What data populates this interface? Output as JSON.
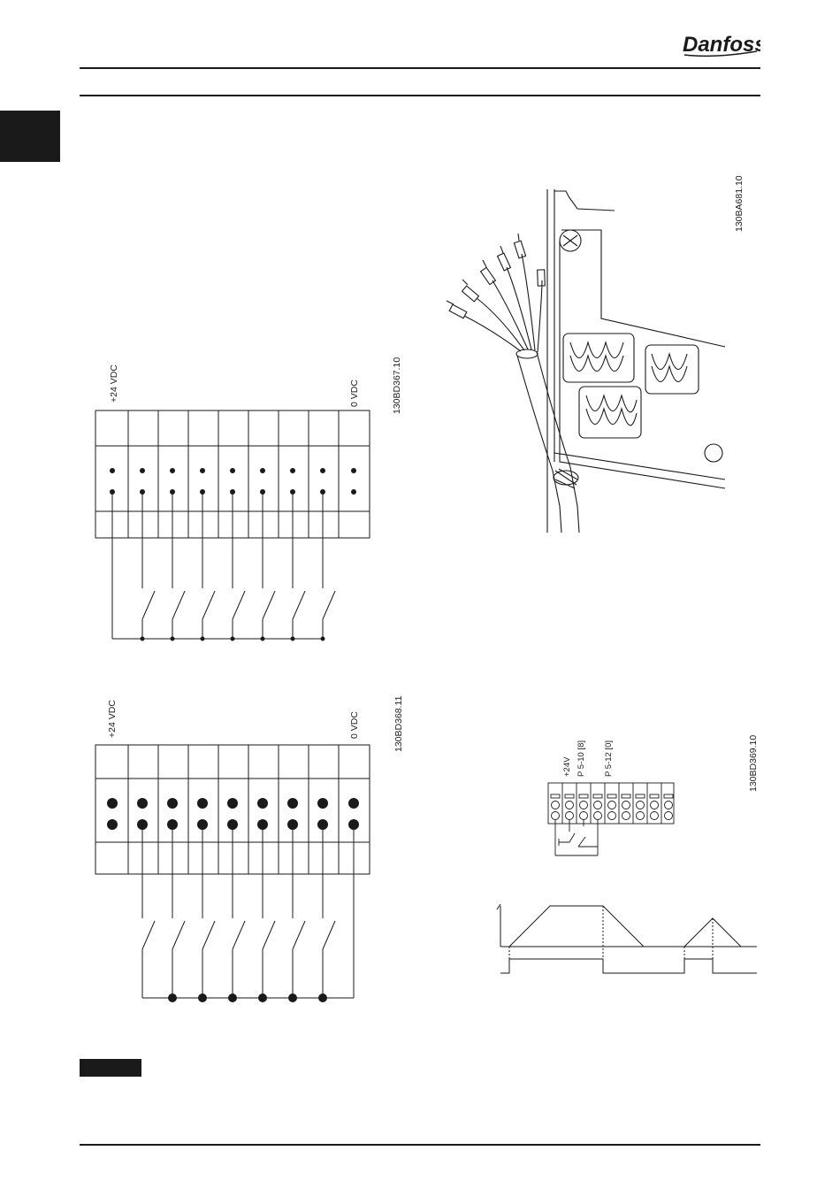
{
  "header": {
    "brand": "Danfoss"
  },
  "figures": {
    "source_wiring": {
      "code": "130BD367.10",
      "left_label": "+24 VDC",
      "right_label": "0 VDC"
    },
    "sink_wiring": {
      "code": "130BD368.11",
      "left_label": "+24 VDC",
      "right_label": "0 VDC"
    },
    "cable_grounding": {
      "code": "130BA681.10"
    },
    "start_stop": {
      "code": "130BD369.10",
      "label_24v": "+24V",
      "label_p510": "P 5-10 [8]",
      "label_p512": "P 5-12 [0]"
    }
  }
}
